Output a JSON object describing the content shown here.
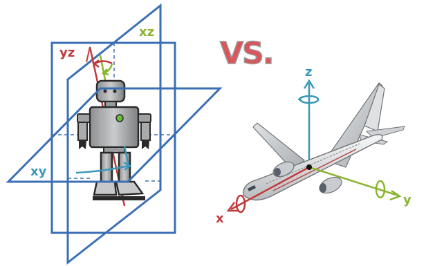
{
  "labels": {
    "plane_xz": "xz",
    "plane_yz": "yz",
    "plane_xy": "xy",
    "versus": "VS.",
    "axis_z": "z",
    "axis_x": "x",
    "axis_y": "y"
  },
  "colors": {
    "plane_blue": "#3a6fb6",
    "axis_red": "#c0393b",
    "axis_green": "#8ab530",
    "axis_teal": "#3a98b8",
    "vs_red": "#d9575b",
    "vs_outline": "#9a9a9a"
  },
  "icons": {
    "robot": "robot-illustration",
    "airplane": "airplane-illustration"
  }
}
